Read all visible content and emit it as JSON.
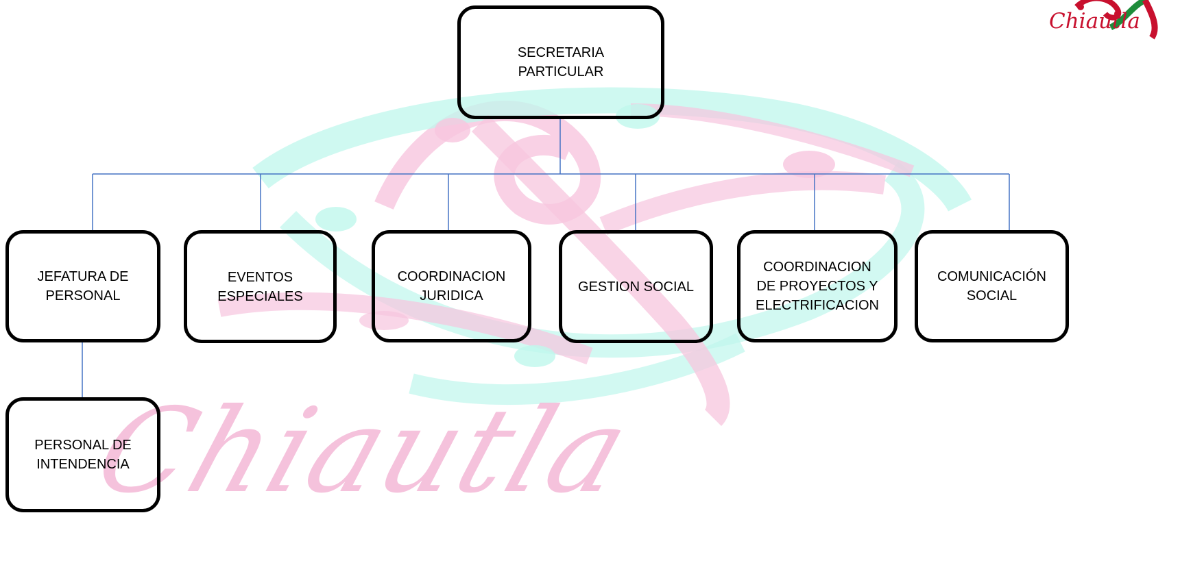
{
  "watermark": {
    "text": "Chiautla"
  },
  "logo": {
    "text": "Chiautla"
  },
  "colors": {
    "connector": "#4472c4",
    "box_border": "#000000",
    "watermark_pink": "#f4b8d6",
    "watermark_cyan": "#b9f5ea",
    "logo_red": "#c8102e",
    "logo_green": "#1e8c3a"
  },
  "org_chart": {
    "root": {
      "label": "SECRETARIA\nPARTICULAR"
    },
    "departments": [
      {
        "label": "JEFATURA DE\nPERSONAL"
      },
      {
        "label": "EVENTOS\nESPECIALES"
      },
      {
        "label": "COORDINACION\nJURIDICA"
      },
      {
        "label": "GESTION SOCIAL"
      },
      {
        "label": "COORDINACION\nDE PROYECTOS Y\nELECTRIFICACION"
      },
      {
        "label": "COMUNICACIÓN\nSOCIAL"
      }
    ],
    "sub_unit": {
      "label": "PERSONAL DE\nINTENDENCIA"
    }
  }
}
